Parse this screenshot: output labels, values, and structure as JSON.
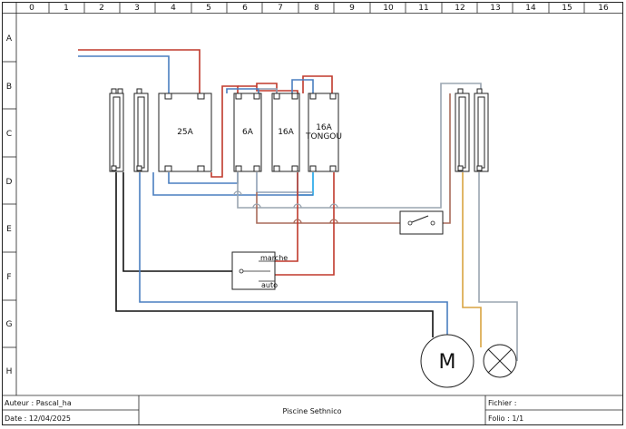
{
  "grid": {
    "columns": [
      "0",
      "1",
      "2",
      "3",
      "4",
      "5",
      "6",
      "7",
      "8",
      "9",
      "10",
      "11",
      "12",
      "13",
      "14",
      "15",
      "16"
    ],
    "rows": [
      "A",
      "B",
      "C",
      "D",
      "E",
      "F",
      "G",
      "H"
    ]
  },
  "components": {
    "breaker_25a": "25A",
    "breaker_6a": "6A",
    "breaker_16a": "16A",
    "breaker_16a_tongou_line1": "16A",
    "breaker_16a_tongou_line2": "TONGOU",
    "selector_marche": "marche",
    "selector_auto": "auto",
    "motor_symbol": "M"
  },
  "cartouche": {
    "author": "Auteur : Pascal_ha",
    "date": "Date : 12/04/2025",
    "title": "Piscine Sethnico",
    "file": "Fichier :",
    "folio": "Folio : 1/1"
  },
  "colors": {
    "phase_red": "#c0392b",
    "neutral_blue": "#4a7fc0",
    "earth_black": "#111111",
    "aux_grey": "#9aa5b0",
    "aux_brown": "#a86a5a",
    "light_blue": "#1aa3e8",
    "orange": "#d9a441"
  }
}
